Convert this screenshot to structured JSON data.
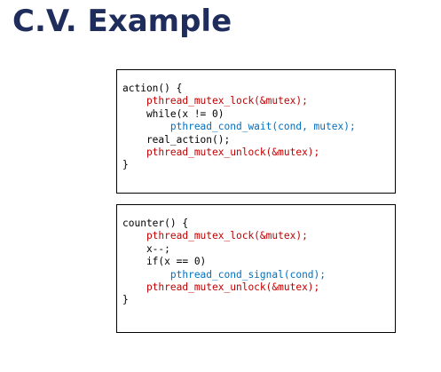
{
  "slide": {
    "title": "C.V. Example"
  },
  "colors": {
    "title": "#1f2d5c",
    "mutex_calls": "#c00000",
    "cond_calls": "#0070c0",
    "plain_code": "#000000"
  },
  "code_blocks": [
    {
      "lines": [
        {
          "text": "action() {",
          "color": "black"
        },
        {
          "text": "    pthread_mutex_lock(&mutex);",
          "color": "red"
        },
        {
          "text": "    while(x != 0)",
          "color": "black"
        },
        {
          "text": "        pthread_cond_wait(cond, mutex);",
          "color": "blue"
        },
        {
          "text": "    real_action();",
          "color": "black"
        },
        {
          "text": "    pthread_mutex_unlock(&mutex);",
          "color": "red"
        },
        {
          "text": "}",
          "color": "black"
        }
      ]
    },
    {
      "lines": [
        {
          "text": "counter() {",
          "color": "black"
        },
        {
          "text": "    pthread_mutex_lock(&mutex);",
          "color": "red"
        },
        {
          "text": "    x--;",
          "color": "black"
        },
        {
          "text": "    if(x == 0)",
          "color": "black"
        },
        {
          "text": "        pthread_cond_signal(cond);",
          "color": "blue"
        },
        {
          "text": "    pthread_mutex_unlock(&mutex);",
          "color": "red"
        },
        {
          "text": "}",
          "color": "black"
        }
      ]
    }
  ]
}
